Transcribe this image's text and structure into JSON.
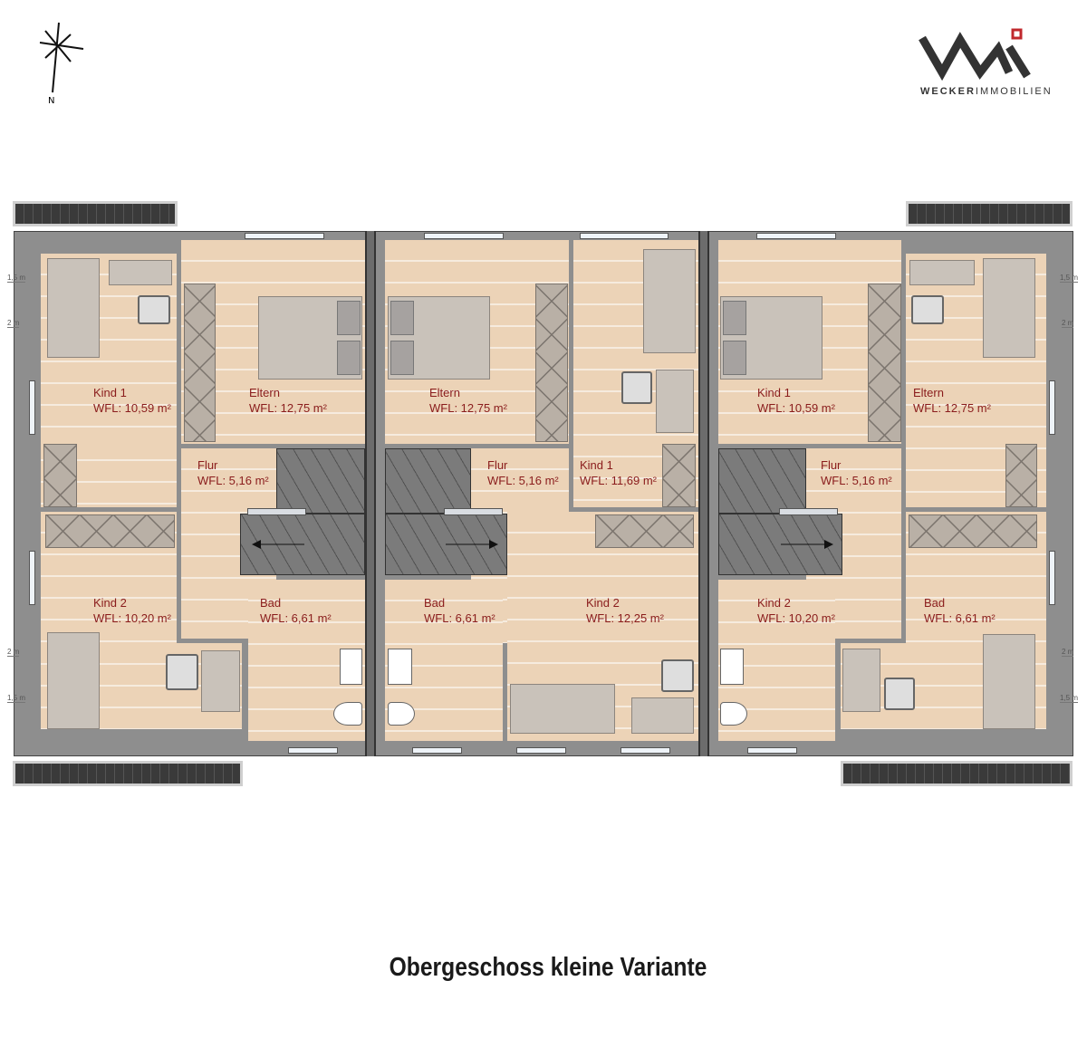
{
  "logo": {
    "brand_bold": "WECKER",
    "brand_light": "IMMOBILIEN",
    "accent_color": "#c0282d"
  },
  "compass": {
    "north_label": "N"
  },
  "dimension_marks": {
    "a": "1,5 m",
    "b": "2 m"
  },
  "title": "Obergeschoss kleine Variante",
  "label_color": "#8a1c1c",
  "rooms": [
    {
      "name": "Kind 1",
      "area": "WFL: 10,59 m²"
    },
    {
      "name": "Eltern",
      "area": "WFL: 12,75 m²"
    },
    {
      "name": "Flur",
      "area": "WFL: 5,16 m²"
    },
    {
      "name": "Kind 2",
      "area": "WFL: 10,20 m²"
    },
    {
      "name": "Bad",
      "area": "WFL: 6,61 m²"
    },
    {
      "name": "Eltern",
      "area": "WFL: 12,75 m²"
    },
    {
      "name": "Flur",
      "area": "WFL: 5,16 m²"
    },
    {
      "name": "Kind 1",
      "area": "WFL: 11,69 m²"
    },
    {
      "name": "Bad",
      "area": "WFL: 6,61 m²"
    },
    {
      "name": "Kind 2",
      "area": "WFL: 12,25 m²"
    },
    {
      "name": "Kind 1",
      "area": "WFL: 10,59 m²"
    },
    {
      "name": "Flur",
      "area": "WFL: 5,16 m²"
    },
    {
      "name": "Eltern",
      "area": "WFL: 12,75 m²"
    },
    {
      "name": "Kind 2",
      "area": "WFL: 10,20 m²"
    },
    {
      "name": "Bad",
      "area": "WFL: 6,61 m²"
    }
  ]
}
